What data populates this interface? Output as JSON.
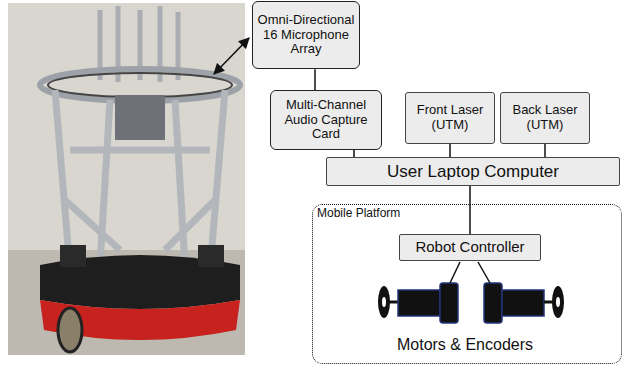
{
  "diagram": {
    "nodes": [
      {
        "text": [
          "Omni-Directional 16 Microphone Array"
        ]
      },
      {
        "text": [
          "Multi-Channel Audio Capture Card"
        ]
      },
      {
        "text": [
          "Front Laser (UTM)"
        ]
      },
      {
        "text": [
          "Back Laser (UTM)"
        ]
      },
      {
        "text": [
          "User Laptop Computer"
        ]
      },
      {
        "text": [
          "Mobile Platform"
        ]
      },
      {
        "text": [
          "Robot Controller"
        ],
        "in": 5
      }
    ],
    "edges": [
      {
        "from": 1,
        "to": 0,
        "arrow": "none"
      },
      {
        "from": 1,
        "to": 4,
        "arrow": "none"
      },
      {
        "from": 2,
        "to": 4,
        "arrow": "none"
      },
      {
        "from": 3,
        "to": 4,
        "arrow": "none"
      },
      {
        "from": 4,
        "to": 6,
        "arrow": "none"
      }
    ],
    "labels": [
      "Motors & Encoders"
    ]
  }
}
